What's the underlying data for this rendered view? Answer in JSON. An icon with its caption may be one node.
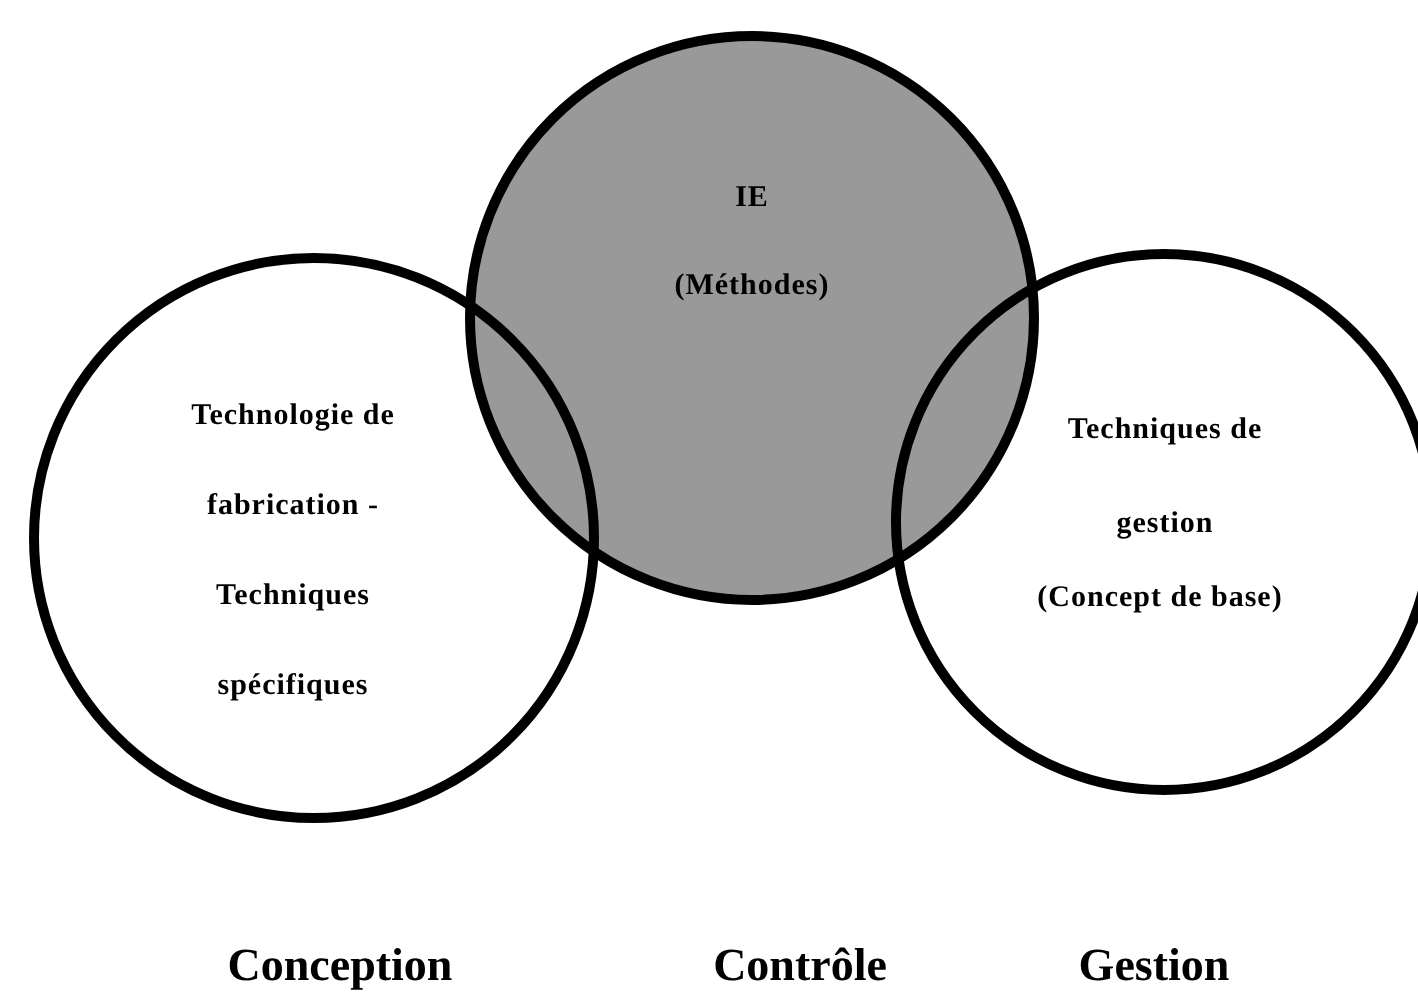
{
  "diagram": {
    "nodes": [
      {
        "text": [
          "IE",
          "(Méthodes)"
        ]
      },
      {
        "text": [
          "Technologie de fabrication - Techniques spécifiques"
        ]
      },
      {
        "text": [
          "Techniques de gestion",
          "(Concept de base)"
        ]
      }
    ],
    "labels": [
      "Conception",
      "Contrôle",
      "Gestion"
    ]
  }
}
